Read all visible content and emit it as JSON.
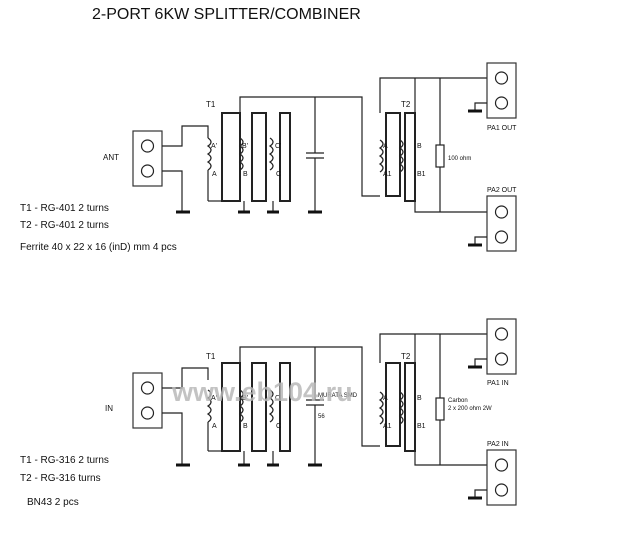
{
  "title": "2-PORT 6KW SPLITTER/COMBINER",
  "watermark": "www.eb104.ru",
  "top_circuit": {
    "input_label": "ANT",
    "t1_label": "T1",
    "t2_label": "T2",
    "t1_pins_top": [
      "A'",
      "B'",
      "C'"
    ],
    "t1_pins_bottom": [
      "A",
      "B",
      "C"
    ],
    "t2_pins_top": [
      "A",
      "B"
    ],
    "t2_pins_bottom": [
      "A1",
      "B1"
    ],
    "resistor_label": "100 ohm",
    "out1_label": "PA1 OUT",
    "out2_label": "PA2 OUT",
    "spec_t1": "T1   -   RG-401 2 turns",
    "spec_t2": "T2   -   RG-401 2 turns",
    "ferrite": "Ferrite 40 x 22 x 16 (inD) mm  4 pcs"
  },
  "bottom_circuit": {
    "input_label": "IN",
    "t1_label": "T1",
    "t2_label": "T2",
    "t1_pins_top": [
      "A'",
      "B'",
      "C'"
    ],
    "t1_pins_bottom": [
      "A",
      "B",
      "C"
    ],
    "t2_pins_top": [
      "A",
      "B"
    ],
    "t2_pins_bottom": [
      "A1",
      "B1"
    ],
    "cap_label": "MURATA SMD",
    "cap_value": "56",
    "resistor_label_1": "Carbon",
    "resistor_label_2": "2 x 200 ohm 2W",
    "out1_label": "PA1 IN",
    "out2_label": "PA2 IN",
    "spec_t1": "T1   -   RG-316 2 turns",
    "spec_t2": "T2   -   RG-316 turns",
    "ferrite": "BN43  2 pcs"
  }
}
